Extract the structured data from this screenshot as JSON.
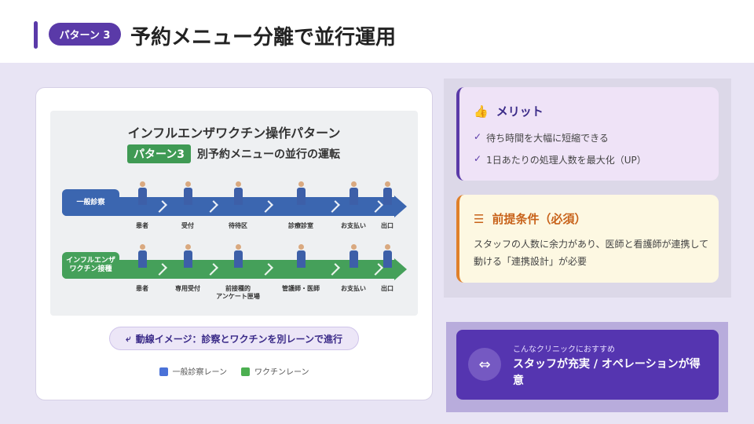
{
  "header": {
    "badge": "パターン 3",
    "title": "予約メニュー分離で並行運用"
  },
  "illustration": {
    "title": "インフルエンザワクチン操作パターン",
    "pattern_tag": "パターン3",
    "subtitle": "別予約メニューの並行の運転",
    "lanes": [
      {
        "name": "一般診察",
        "color": "#3b66b0",
        "steps": [
          "患者",
          "受付",
          "待待区",
          "診療診室",
          "お支払い",
          "出口"
        ]
      },
      {
        "name": "インフルエンザ\nワクチン接種",
        "color": "#45a05a",
        "steps": [
          "患者",
          "専用受付",
          "前接種的\nアンケート匣場",
          "管護師・医師",
          "お支払い",
          "出口"
        ]
      }
    ]
  },
  "flow_pill": {
    "icon": "route-icon",
    "label": "動線イメージ：診察とワクチンを別レーンで進行"
  },
  "legend": [
    {
      "label": "一般診察レーン",
      "color": "#4a72d8"
    },
    {
      "label": "ワクチンレーン",
      "color": "#4caf50"
    }
  ],
  "merit": {
    "title": "メリット",
    "icon": "thumbs-up-icon",
    "items": [
      "待ち時間を大幅に短縮できる",
      "1日あたりの処理人数を最大化（UP）"
    ]
  },
  "condition": {
    "title": "前提条件（必須）",
    "icon": "checklist-icon",
    "text": "スタッフの人数に余力があり、医師と看護師が連携して動ける「連携設計」が必要"
  },
  "recommend": {
    "caption": "こんなクリニックにおすすめ",
    "text": "スタッフが充実 / オペレーションが得意",
    "icon": "staff-collaboration-icon"
  },
  "colors": {
    "accent": "#5a3aa8",
    "orange": "#c8621a"
  }
}
